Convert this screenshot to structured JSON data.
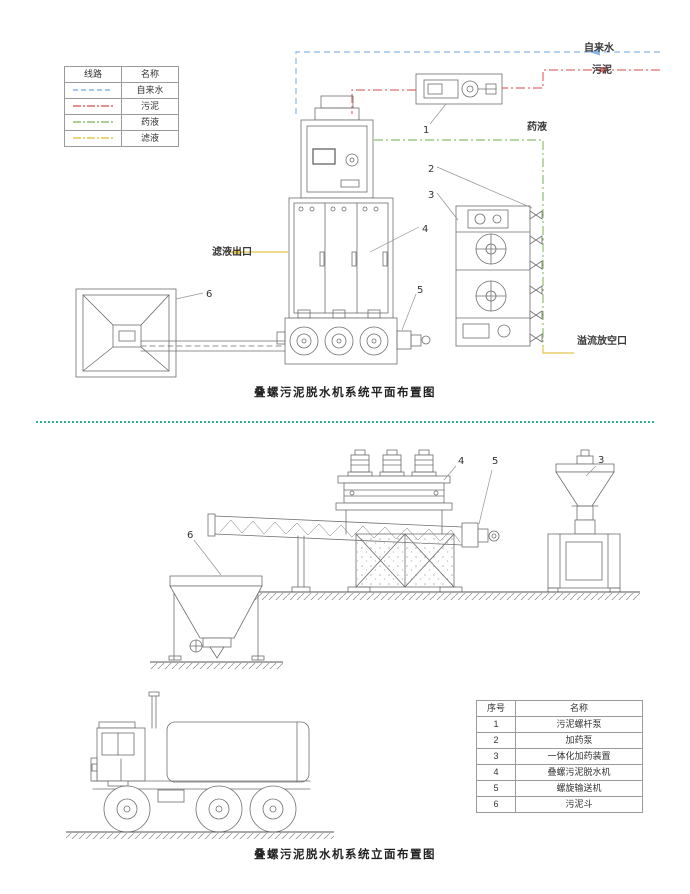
{
  "legend": {
    "col_line": "线路",
    "col_name": "名称",
    "rows": [
      {
        "name": "自来水",
        "color": "#8ab6e8"
      },
      {
        "name": "污泥",
        "color": "#e06c6c"
      },
      {
        "name": "药液",
        "color": "#8fbf6f"
      },
      {
        "name": "滤液",
        "color": "#e2c84e"
      }
    ]
  },
  "plan": {
    "caption": "叠螺污泥脱水机系统平面布置图",
    "labels": {
      "tap_water": "自来水",
      "sludge": "污泥",
      "chemical": "药液",
      "filtrate_outlet": "滤液出口",
      "overflow_drain": "溢流放空口"
    },
    "callouts": {
      "c1": "1",
      "c2": "2",
      "c3": "3",
      "c4": "4",
      "c5": "5",
      "c6": "6"
    }
  },
  "elevation": {
    "caption": "叠螺污泥脱水机系统立面布置图",
    "callouts": {
      "c3": "3",
      "c4": "4",
      "c5": "5",
      "c6": "6"
    }
  },
  "parts_table": {
    "col_no": "序号",
    "col_name": "名称",
    "rows": [
      {
        "no": "1",
        "name": "污泥螺杆泵"
      },
      {
        "no": "2",
        "name": "加药泵"
      },
      {
        "no": "3",
        "name": "一体化加药装置"
      },
      {
        "no": "4",
        "name": "叠螺污泥脱水机"
      },
      {
        "no": "5",
        "name": "螺旋输送机"
      },
      {
        "no": "6",
        "name": "污泥斗"
      }
    ]
  },
  "colors": {
    "line": "#6f6f6f",
    "tap_water": "#8ab6e8",
    "sludge": "#e06c6c",
    "chemical": "#8fbf6f",
    "filtrate": "#e2c84e",
    "divider": "#2fae9e"
  }
}
